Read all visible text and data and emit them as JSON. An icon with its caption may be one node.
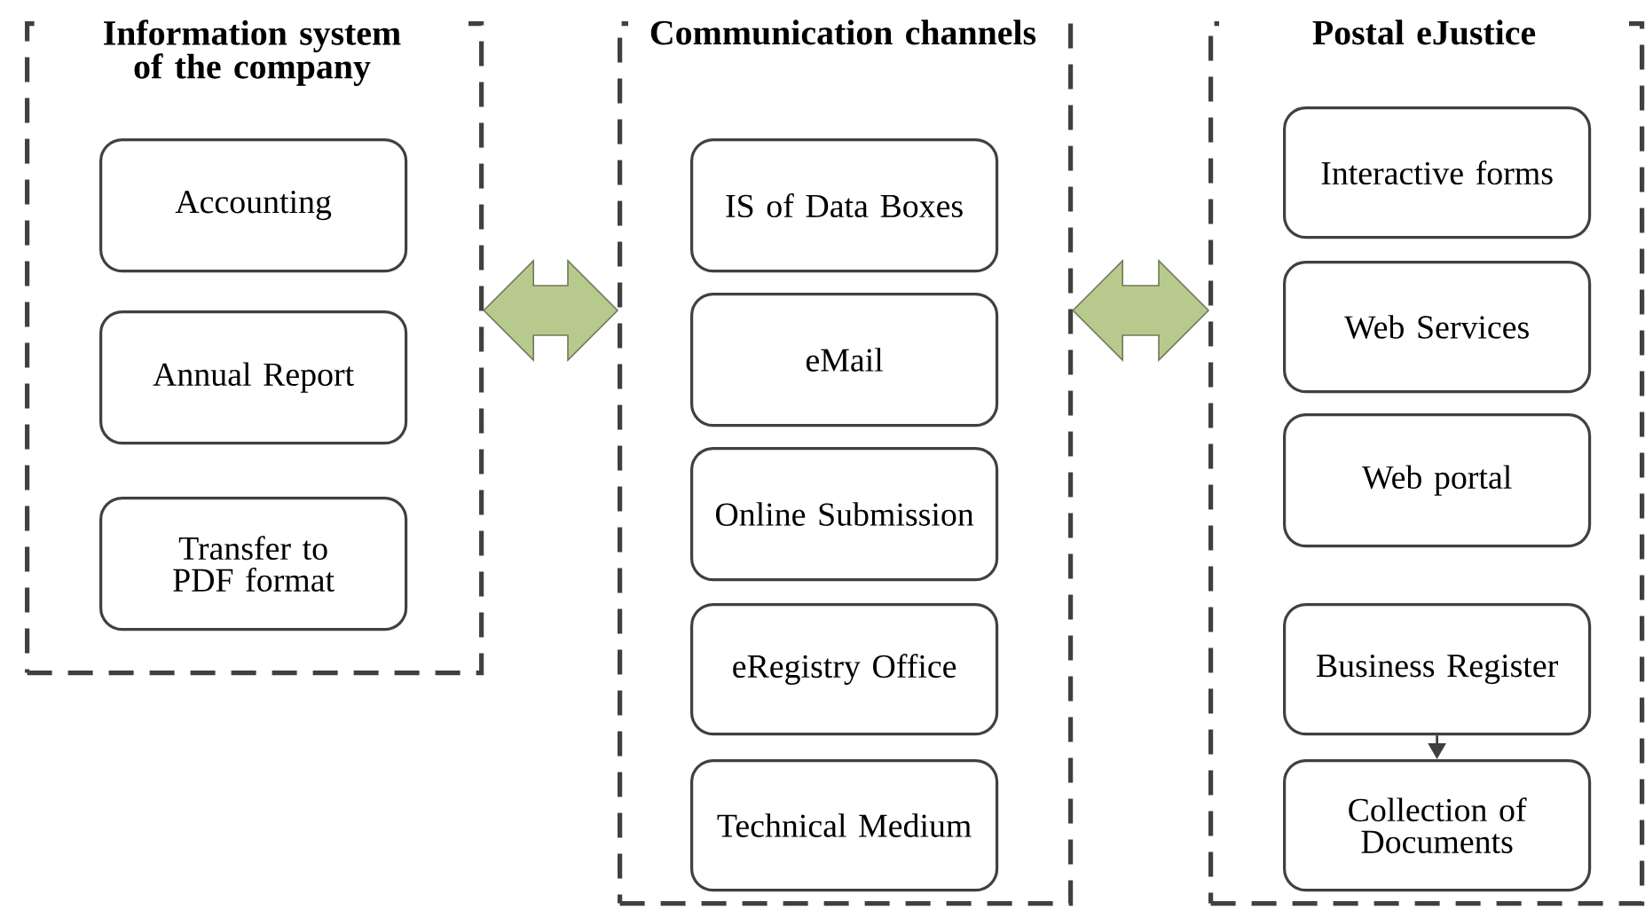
{
  "diagram": {
    "nodes": [
      {
        "text": [
          "Information system of the company"
        ]
      },
      {
        "text": [
          "Accounting"
        ],
        "in": 0
      },
      {
        "text": [
          "Annual Report"
        ],
        "in": 0
      },
      {
        "text": [
          "Transfer to PDF format"
        ],
        "in": 0
      },
      {
        "text": [
          "Communication channels"
        ]
      },
      {
        "text": [
          "IS of Data Boxes"
        ],
        "in": 4
      },
      {
        "text": [
          "eMail"
        ],
        "in": 4
      },
      {
        "text": [
          "Online Submission"
        ],
        "in": 4
      },
      {
        "text": [
          "eRegistry Office"
        ],
        "in": 4
      },
      {
        "text": [
          "Technical Medium"
        ],
        "in": 4
      },
      {
        "text": [
          "Postal eJustice"
        ]
      },
      {
        "text": [
          "Interactive forms"
        ],
        "in": 10
      },
      {
        "text": [
          "Web Services"
        ],
        "in": 10
      },
      {
        "text": [
          "Web portal"
        ],
        "in": 10
      },
      {
        "text": [
          "Business Register"
        ],
        "in": 10
      },
      {
        "text": [
          "Collection of Documents"
        ],
        "in": 10
      }
    ],
    "edges": [
      {
        "from": 0,
        "to": 4,
        "arrow": "both",
        "style": "thick",
        "color": "#b8c98e"
      },
      {
        "from": 4,
        "to": 10,
        "arrow": "both",
        "style": "thick",
        "color": "#b8c98e"
      },
      {
        "from": 14,
        "to": 15,
        "arrow": "to"
      }
    ]
  }
}
